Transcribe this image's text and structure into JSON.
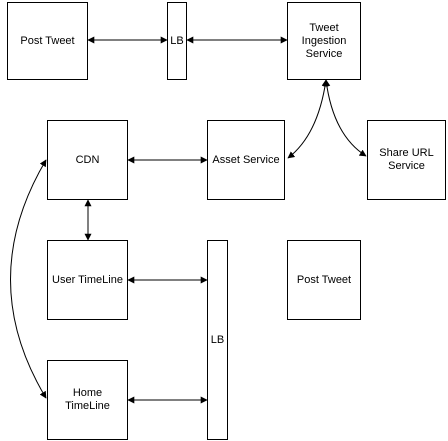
{
  "diagram": {
    "colors": {
      "stroke": "#000000",
      "fill": "#ffffff",
      "text": "#000000"
    },
    "nodes": {
      "post_tweet_top": "Post Tweet",
      "lb_top": "LB",
      "tweet_ingestion": "Tweet\nIngestion\nService",
      "cdn": "CDN",
      "asset_service": "Asset Service",
      "share_url": "Share URL\nService",
      "user_timeline": "User TimeLine",
      "post_tweet_bottom": "Post Tweet",
      "lb_bottom": "LB",
      "home_timeline": "Home\nTimeLine"
    },
    "edges": [
      {
        "from": "post_tweet_top",
        "to": "lb_top",
        "arrows": "both"
      },
      {
        "from": "lb_top",
        "to": "tweet_ingestion",
        "arrows": "both"
      },
      {
        "from": "tweet_ingestion",
        "to": "asset_service",
        "arrows": "both"
      },
      {
        "from": "tweet_ingestion",
        "to": "share_url",
        "arrows": "both"
      },
      {
        "from": "cdn",
        "to": "asset_service",
        "arrows": "both"
      },
      {
        "from": "cdn",
        "to": "user_timeline",
        "arrows": "both"
      },
      {
        "from": "cdn",
        "to": "home_timeline",
        "arrows": "both"
      },
      {
        "from": "user_timeline",
        "to": "lb_bottom",
        "arrows": "both"
      },
      {
        "from": "home_timeline",
        "to": "lb_bottom",
        "arrows": "both"
      }
    ]
  }
}
